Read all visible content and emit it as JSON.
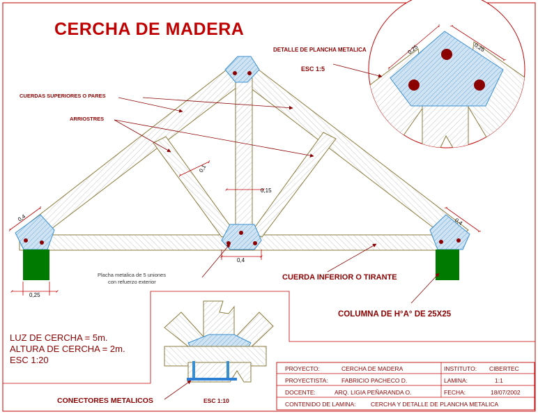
{
  "title": "CERCHA DE MADERA",
  "labels": {
    "detalle_plancha": "DETALLE DE PLANCHA METALICA",
    "esc_detalle": "ESC 1:5",
    "cuerdas_superiores": "CUERDAS SUPERIORES O PARES",
    "arriostres": "ARRIOSTRES",
    "placha_line1": "Placha metalica de 5 uniones",
    "placha_line2": "con refuerzo exterior",
    "cuerda_inferior": "CUERDA INFERIOR O TIRANTE",
    "columna": "COLUMNA DE H°A° DE 25X25",
    "conectores": "CONECTORES METALICOS",
    "esc_conectores": "ESC 1:10"
  },
  "dimensions": {
    "d_025_left": "0,25",
    "d_025_right": "0,25",
    "d_01": "0,1",
    "d_015": "0,15",
    "d_04_left": "0,4",
    "d_04_center": "0,4",
    "d_04_right": "0,4",
    "d_025_col": "0,25"
  },
  "notes": {
    "luz": "LUZ DE CERCHA = 5m.",
    "altura": "ALTURA DE CERCHA = 2m.",
    "esc": "ESC 1:20"
  },
  "title_block": {
    "proyecto_label": "PROYECTO:",
    "proyecto_value": "CERCHA DE MADERA",
    "instituto_label": "INSTITUTO:",
    "instituto_value": "CIBERTEC",
    "proyectista_label": "PROYECTISTA:",
    "proyectista_value": "FABRICIO PACHECO D.",
    "lamina_label": "LAMINA:",
    "lamina_value": "1:1",
    "docente_label": "DOCENTE:",
    "docente_value": "ARQ. LIGIA PEÑARANDA O.",
    "fecha_label": "FECHA:",
    "fecha_value": "18/07/2002",
    "contenido_label": "CONTENIDO DE LAMINA:",
    "contenido_value": "CERCHA Y DETALLE DE PLANCHA METALICA"
  },
  "colors": {
    "frame": "#c00000",
    "label_text": "#8b0000",
    "column": "#007a00",
    "plate": "#3a8fd0",
    "wood_line": "#8a7a3a"
  }
}
